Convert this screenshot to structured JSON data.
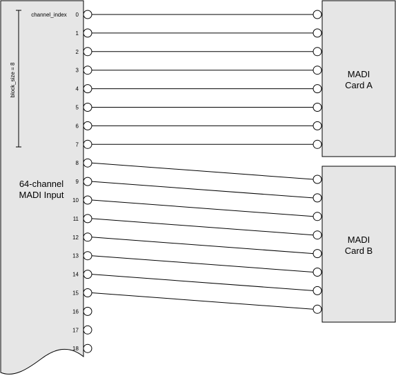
{
  "input_block": {
    "title_lines": [
      "64-channel",
      "MADI Input"
    ],
    "header_label": "channel_index",
    "block_size_label": "block_size = 8"
  },
  "card_a": {
    "title_lines": [
      "MADI",
      "Card A"
    ]
  },
  "card_b": {
    "title_lines": [
      "MADI",
      "Card B"
    ]
  },
  "ports": [
    "0",
    "1",
    "2",
    "3",
    "4",
    "5",
    "6",
    "7",
    "8",
    "9",
    "10",
    "11",
    "12",
    "13",
    "14",
    "15",
    "16",
    "17",
    "18"
  ],
  "routing": [
    {
      "from": 0,
      "card": "A",
      "slot": 0
    },
    {
      "from": 1,
      "card": "A",
      "slot": 1
    },
    {
      "from": 2,
      "card": "A",
      "slot": 2
    },
    {
      "from": 3,
      "card": "A",
      "slot": 3
    },
    {
      "from": 4,
      "card": "A",
      "slot": 4
    },
    {
      "from": 5,
      "card": "A",
      "slot": 5
    },
    {
      "from": 6,
      "card": "A",
      "slot": 6
    },
    {
      "from": 7,
      "card": "A",
      "slot": 7
    },
    {
      "from": 8,
      "card": "B",
      "slot": 0
    },
    {
      "from": 9,
      "card": "B",
      "slot": 1
    },
    {
      "from": 10,
      "card": "B",
      "slot": 2
    },
    {
      "from": 11,
      "card": "B",
      "slot": 3
    },
    {
      "from": 12,
      "card": "B",
      "slot": 4
    },
    {
      "from": 13,
      "card": "B",
      "slot": 5
    },
    {
      "from": 14,
      "card": "B",
      "slot": 6
    },
    {
      "from": 15,
      "card": "B",
      "slot": 7
    }
  ],
  "colors": {
    "block_fill": "#e6e6e6",
    "stroke": "#000000",
    "background": "#ffffff"
  }
}
